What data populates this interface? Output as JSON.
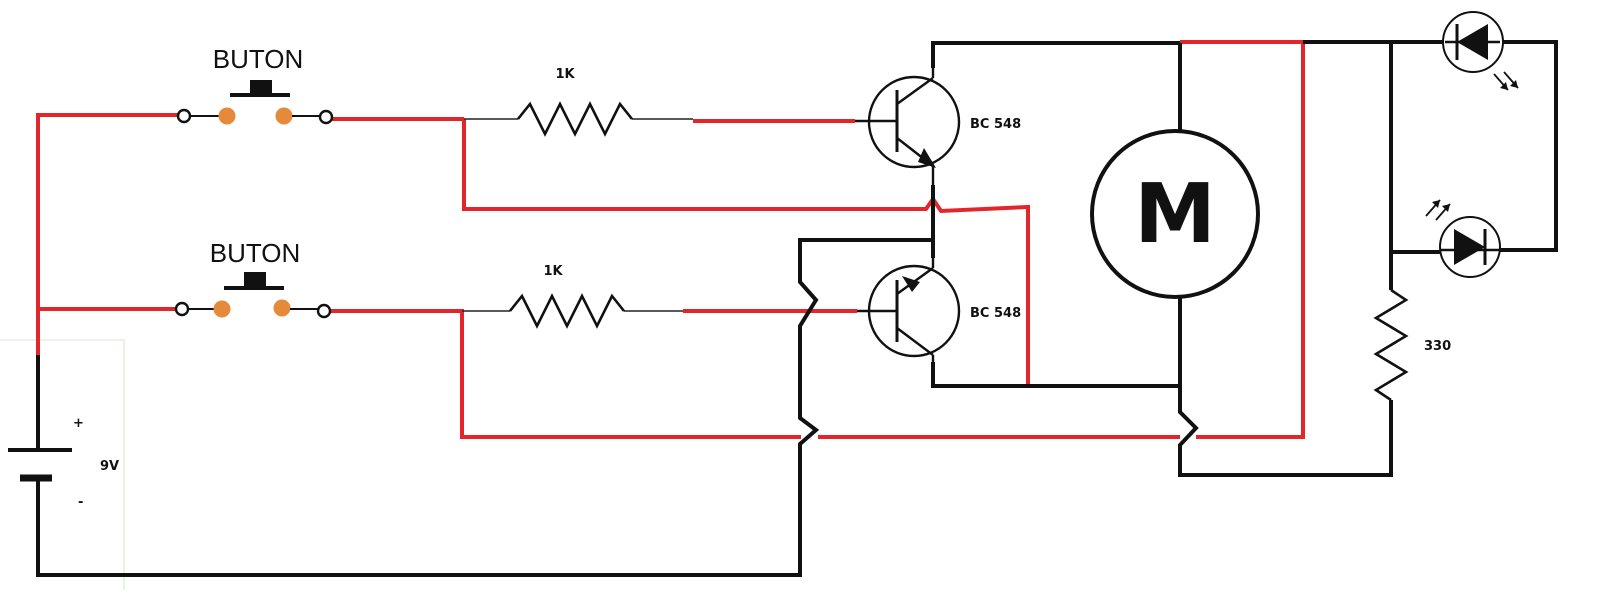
{
  "buttons": [
    {
      "label": "BUTON"
    },
    {
      "label": "BUTON"
    }
  ],
  "resistors": [
    {
      "label": "1K"
    },
    {
      "label": "1K"
    },
    {
      "label": "330"
    }
  ],
  "transistors": [
    {
      "label": "BC 548"
    },
    {
      "label": "BC 548"
    }
  ],
  "motor": {
    "label": "M"
  },
  "battery": {
    "voltage": "9V",
    "plus": "+",
    "minus": "-"
  },
  "colors": {
    "positive_wire": "#e3262b",
    "negative_wire": "#111111",
    "button_contact": "#e58a3a"
  }
}
